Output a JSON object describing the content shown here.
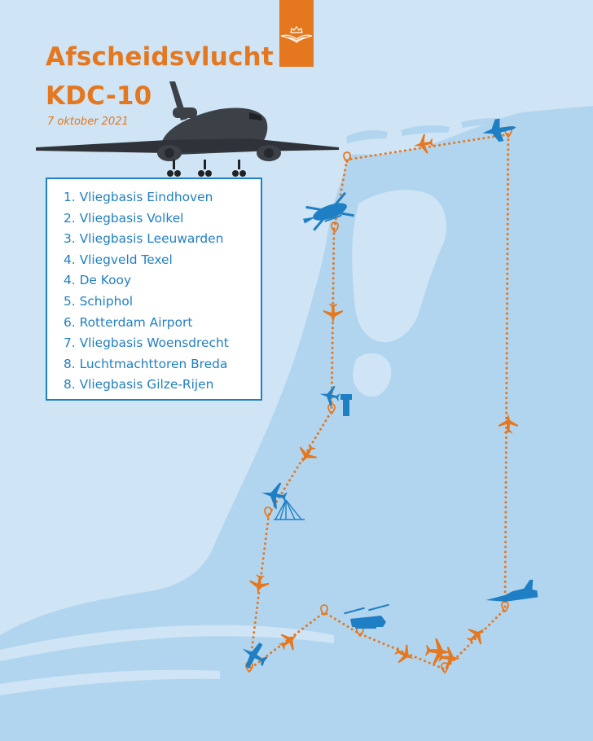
{
  "header": {
    "title_line1": "Afscheidsvlucht",
    "title_line2": "KDC-10",
    "date": "7 oktober 2021"
  },
  "legend": {
    "items": [
      "1. Vliegbasis Eindhoven",
      "2. Vliegbasis Volkel",
      "3. Vliegbasis Leeuwarden",
      "4. Vliegveld Texel",
      "4. De Kooy",
      "5. Schiphol",
      "6. Rotterdam Airport",
      "7. Vliegbasis Woensdrecht",
      "8. Luchtmachttoren Breda",
      "8. Vliegbasis Gilze-Rijen"
    ]
  },
  "colors": {
    "sea": "#cfe4f4",
    "land": "#b1d5ef",
    "route": "#e5771e",
    "accent_blue": "#1f7fc4",
    "aircraft": "#3c4148"
  },
  "icons": [
    "kdc10-aircraft",
    "air-force-emblem-icon",
    "fighter-jet-icon",
    "helicopter-icon",
    "control-tower-icon",
    "bridge-icon",
    "chinook-icon",
    "location-pin-icon",
    "plane-direction-icon"
  ]
}
